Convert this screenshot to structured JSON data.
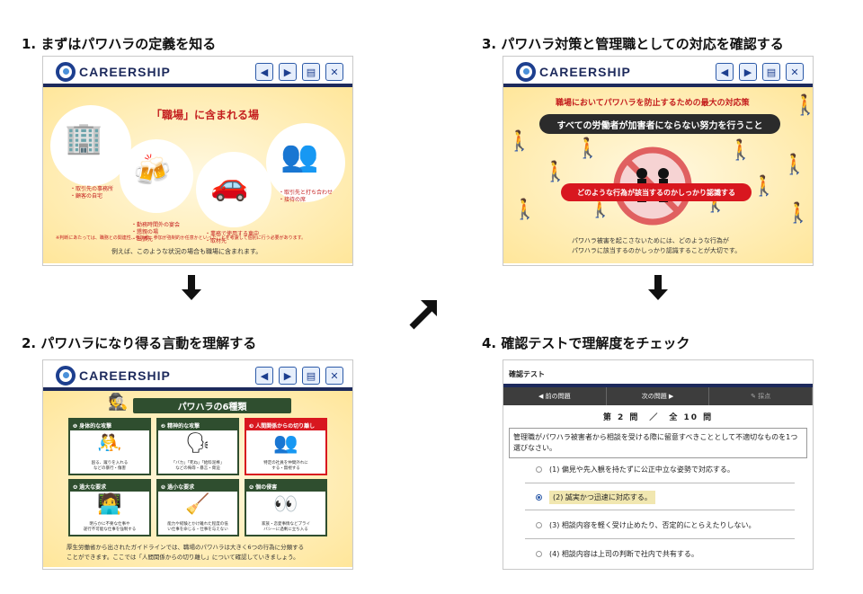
{
  "steps": [
    {
      "title": "1. まずはパワハラの定義を知る"
    },
    {
      "title": "2. パワハラになり得る言動を理解する"
    },
    {
      "title": "3. パワハラ対策と管理職としての対応を確認する"
    },
    {
      "title": "4. 確認テストで理解度をチェック"
    }
  ],
  "brand": "CAREERSHIP",
  "nav_icons": [
    "prev-icon",
    "next-icon",
    "document-icon",
    "close-icon"
  ],
  "nav_glyphs": {
    "prev": "◀",
    "next": "▶",
    "doc": "▤",
    "close": "✕"
  },
  "slide1": {
    "title": "「職場」に含まれる場",
    "group1": [
      "・取引先の事務所",
      "・顧客の自宅"
    ],
    "group2": [
      "・勤務時間外の宴会",
      "・懇親の場",
      "・出張先"
    ],
    "group3": [
      "・業務で使用する車中",
      "・取材先"
    ],
    "group4": [
      "・取引先と打ち合わせ",
      "・接待の席"
    ],
    "note": "※判断にあたっては、職務との関連性、参加者、参加が強制的か任意かといったことを考慮して個別に行う必要があります。",
    "footer": "例えば、このような状況の場合も職場に含まれます。"
  },
  "slide2": {
    "title": "パワハラの6種類",
    "cells": [
      {
        "head": "❶ 身体的な攻撃",
        "desc1": "殴る、蹴りを入れる",
        "desc2": "などの暴行・傷害"
      },
      {
        "head": "❷ 精神的な攻撃",
        "desc1": "「バカ」「死ね」「給料泥棒」",
        "desc2": "などの侮辱・暴言・脅迫"
      },
      {
        "head": "❸ 人間関係からの切り離し",
        "desc1": "特定の社員を仲間外れに",
        "desc2": "する・無視する"
      },
      {
        "head": "❹ 過大な要求",
        "desc1": "明らかに不要な仕事や",
        "desc2": "遂行不可能な仕事を強制する"
      },
      {
        "head": "❺ 過小な要求",
        "desc1": "能力や経験とかけ離れた程度の低",
        "desc2": "い仕事を命じる・仕事を与えない"
      },
      {
        "head": "❻ 個の侵害",
        "desc1": "家族・恋愛事情などプライ",
        "desc2": "バシーに過剰に立ち入る"
      }
    ],
    "footer1": "厚生労働省から出されたガイドラインでは、職場のパワハラは大きく6つの行為に分類する",
    "footer2": "ことができます。ここでは「人間関係からの切り離し」について確認していきましょう。"
  },
  "slide3": {
    "subtitle": "職場においてパワハラを防止するための最大の対応策",
    "banner": "すべての労働者が加害者にならない努力を行うこと",
    "red_banner": "どのような行為が該当するのかしっかり認識する",
    "footer1": "パワハラ被害を起こさないためには、どのような行為が",
    "footer2": "パワハラに該当するのかしっかり認識することが大切です。"
  },
  "test": {
    "header": "確認テスト",
    "prev": "◀ 前の問題",
    "next": "次の問題 ▶",
    "grade": "採点",
    "progress": "第 2 問　／　全 10 問",
    "question": "管理職がパワハラ被害者から相談を受ける際に留意すべきこととして不適切なものを1つ選びなさい。",
    "options": [
      {
        "label": "(1)  偏見や先入観を持たずに公正中立な姿勢で対応する。",
        "selected": false
      },
      {
        "label": "(2)  誠実かつ迅速に対応する。",
        "selected": true
      },
      {
        "label": "(3)  相談内容を軽く受け止めたり、否定的にとらえたりしない。",
        "selected": false
      },
      {
        "label": "(4)  相談内容は上司の判断で社内で共有する。",
        "selected": false
      }
    ]
  },
  "colors": {
    "navy": "#1d2a5c",
    "red": "#d8171f",
    "yellow": "#ffe69a",
    "green": "#2f4e2f"
  }
}
